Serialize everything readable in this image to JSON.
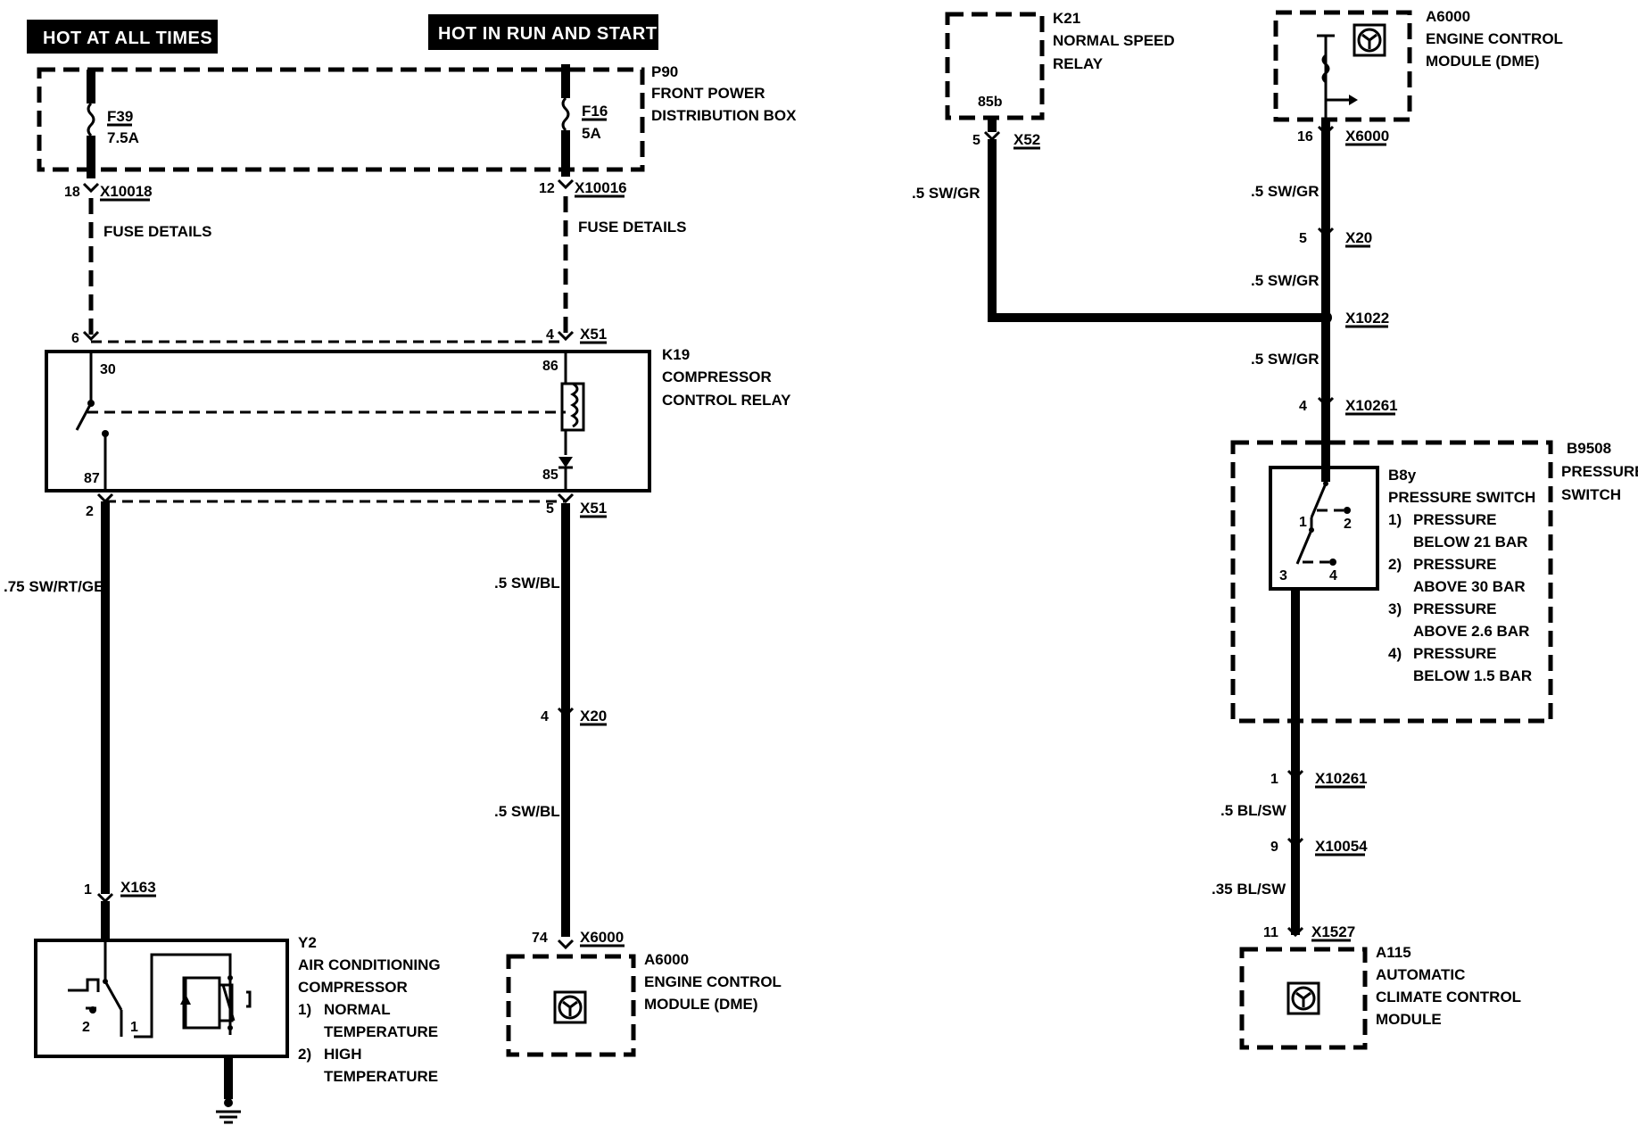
{
  "headers": {
    "hot_at_all_times": "HOT AT ALL TIMES",
    "hot_in_run_and_start": "HOT IN RUN AND START"
  },
  "p90": {
    "id": "P90",
    "line1": "FRONT POWER",
    "line2": "DISTRIBUTION BOX"
  },
  "fuses": {
    "f39": {
      "id": "F39",
      "rating": "7.5A"
    },
    "f16": {
      "id": "F16",
      "rating": "5A"
    }
  },
  "connectors": {
    "x10018": "X10018",
    "x10016": "X10016",
    "x51_top": "X51",
    "x51_bottom": "X51",
    "x163": "X163",
    "x20_left": "X20",
    "x6000_left": "X6000",
    "x52": "X52",
    "x6000_right": "X6000",
    "x20_right": "X20",
    "x1022": "X1022",
    "x10261_top": "X10261",
    "x10261_bottom": "X10261",
    "x10054": "X10054",
    "x1527": "X1527"
  },
  "pins": {
    "p18": "18",
    "p12": "12",
    "p6": "6",
    "p4": "4",
    "p2": "2",
    "p5": "5",
    "p1_x163": "1",
    "p4_x20": "4",
    "p74": "74",
    "p5_x52": "5",
    "p16": "16",
    "p5_x20": "5",
    "p4_x10261": "4",
    "p1_x10261": "1",
    "p9": "9",
    "p11": "11",
    "relay_30": "30",
    "relay_86": "86",
    "relay_87": "87",
    "relay_85": "85",
    "k21_85b": "85b",
    "y2_2": "2",
    "y2_1": "1",
    "sw_1": "1",
    "sw_2": "2",
    "sw_3": "3",
    "sw_4": "4"
  },
  "fuse_details": {
    "left": "FUSE DETAILS",
    "right": "FUSE DETAILS"
  },
  "k19": {
    "id": "K19",
    "line1": "COMPRESSOR",
    "line2": "CONTROL RELAY"
  },
  "wires": {
    "w_75": ".75 SW/RT/GE",
    "w_5swbl_1": ".5 SW/BL",
    "w_5swbl_2": ".5 SW/BL",
    "w_5swgr_k21": ".5 SW/GR",
    "w_5swgr_1": ".5 SW/GR",
    "w_5swgr_2": ".5 SW/GR",
    "w_5swgr_3": ".5 SW/GR",
    "w_5blsw": ".5 BL/SW",
    "w_35blsw": ".35 BL/SW"
  },
  "y2": {
    "id": "Y2",
    "line1": "AIR CONDITIONING",
    "line2": "COMPRESSOR",
    "n1": "1)",
    "t1a": "NORMAL",
    "t1b": "TEMPERATURE",
    "n2": "2)",
    "t2a": "HIGH",
    "t2b": "TEMPERATURE"
  },
  "a6000_left": {
    "id": "A6000",
    "line1": "ENGINE CONTROL",
    "line2": "MODULE (DME)"
  },
  "a6000_right": {
    "id": "A6000",
    "line1": "ENGINE CONTROL",
    "line2": "MODULE (DME)"
  },
  "k21": {
    "id": "K21",
    "line1": "NORMAL SPEED",
    "line2": "RELAY"
  },
  "b9508": {
    "id": "B9508",
    "line1": "PRESSURE",
    "line2": "SWITCH"
  },
  "b8y": {
    "id": "B8y",
    "title": "PRESSURE SWITCH",
    "n1": "1)",
    "t1a": "PRESSURE",
    "t1b": "BELOW 21 BAR",
    "n2": "2)",
    "t2a": "PRESSURE",
    "t2b": "ABOVE 30 BAR",
    "n3": "3)",
    "t3a": "PRESSURE",
    "t3b": "ABOVE 2.6 BAR",
    "n4": "4)",
    "t4a": "PRESSURE",
    "t4b": "BELOW 1.5 BAR"
  },
  "a115": {
    "id": "A115",
    "line1": "AUTOMATIC",
    "line2": "CLIMATE CONTROL",
    "line3": "MODULE"
  }
}
